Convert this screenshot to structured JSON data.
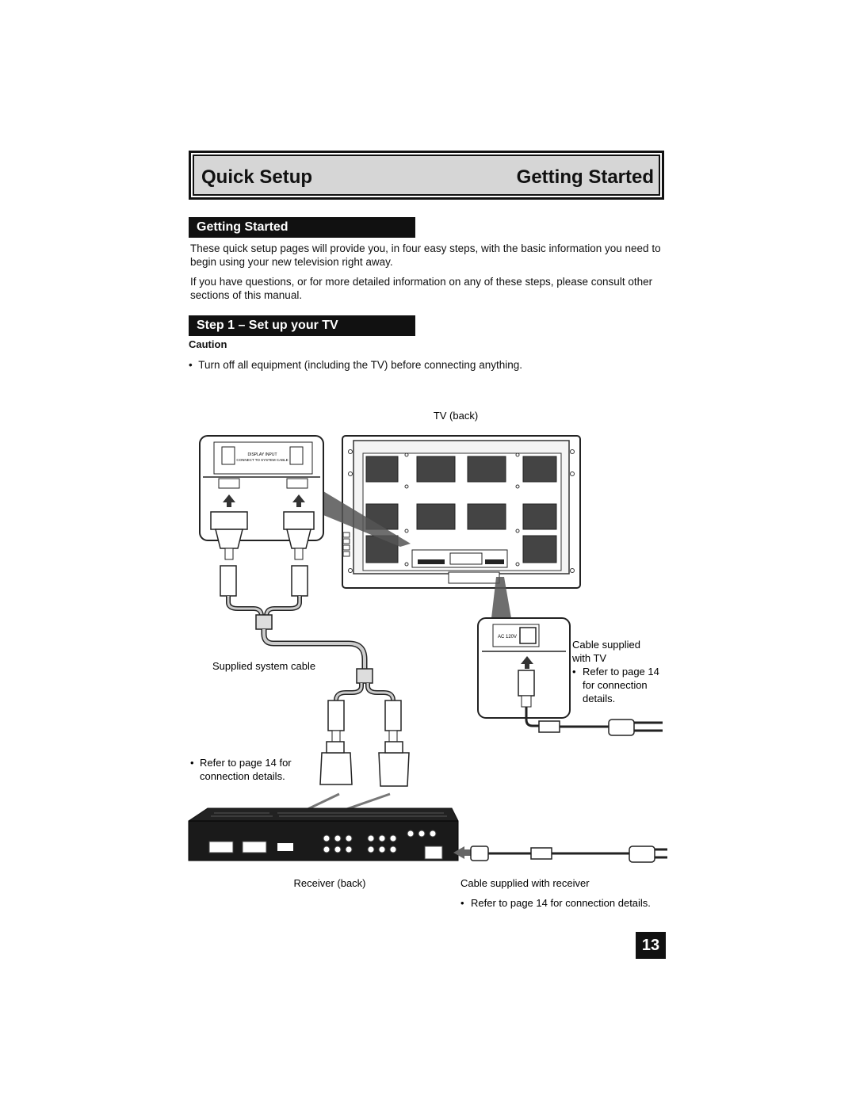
{
  "header": {
    "left_title": "Quick Setup",
    "right_title": "Getting Started"
  },
  "section1": {
    "heading": "Getting Started",
    "para1": "These quick setup pages will provide you, in four easy steps, with the basic information you need to begin using your new television right away.",
    "para2": "If you have questions, or for more detailed information on any of these steps, please consult other sections of this manual."
  },
  "section2": {
    "heading": "Step 1 – Set up your TV",
    "caution_label": "Caution",
    "caution_text": "Turn off all equipment (including the TV) before connecting anything."
  },
  "diagram": {
    "tv_back_label": "TV (back)",
    "display_input_label": "DISPLAY INPUT",
    "connect_label": "CONNECT TO SYSTEM CABLE",
    "ac_label": "AC 120V",
    "supplied_cable_label": "Supplied system cable",
    "cable_tv_line1": "Cable supplied",
    "cable_tv_line2": "with TV",
    "cable_tv_note_line1": "Refer to page 14",
    "cable_tv_note_line2": "for connection",
    "cable_tv_note_line3": "details.",
    "receiver_note_line1": "Refer to page 14 for",
    "receiver_note_line2": "connection details.",
    "receiver_back_label": "Receiver (back)",
    "cable_receiver_label": "Cable supplied with receiver",
    "cable_receiver_note": "Refer to page 14 for connection details."
  },
  "page_number": "13"
}
